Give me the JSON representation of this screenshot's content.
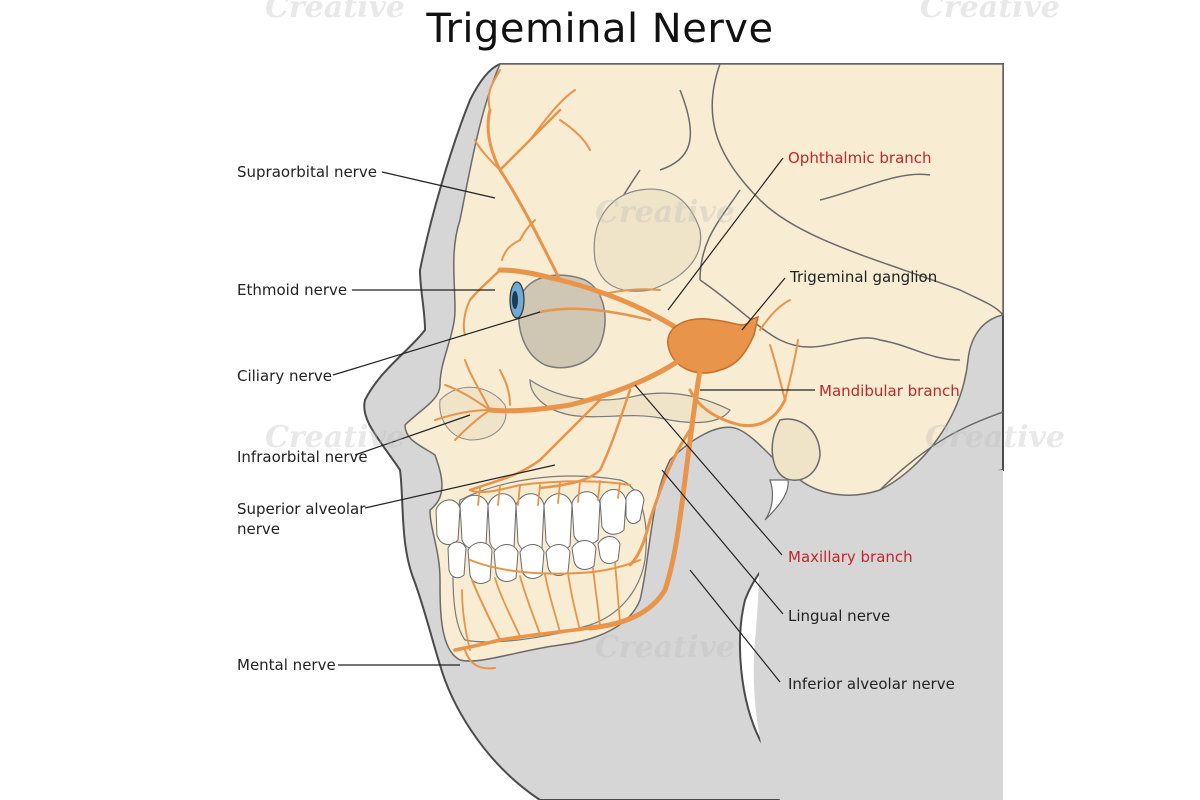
{
  "title": "Trigeminal Nerve",
  "labels": {
    "supraorbital": "Supraorbital nerve",
    "ethmoid": "Ethmoid nerve",
    "ciliary": "Ciliary nerve",
    "infraorbital": "Infraorbital nerve",
    "superior_alveolar_1": "Superior alveolar",
    "superior_alveolar_2": "nerve",
    "mental": "Mental nerve",
    "ophthalmic": "Ophthalmic branch",
    "trigeminal_ganglion": "Trigeminal ganglion",
    "mandibular": "Mandibular branch",
    "maxillary": "Maxillary branch",
    "lingual": "Lingual nerve",
    "inferior_alveolar": "Inferior alveolar nerve"
  },
  "watermark": "Creative",
  "colors": {
    "nerve": "#e8944a",
    "nerve_stroke": "#c66f2a",
    "bone": "#f8ecd2",
    "skin": "#d6d6d6",
    "label_branch": "#c0272d",
    "label_default": "#222222"
  }
}
